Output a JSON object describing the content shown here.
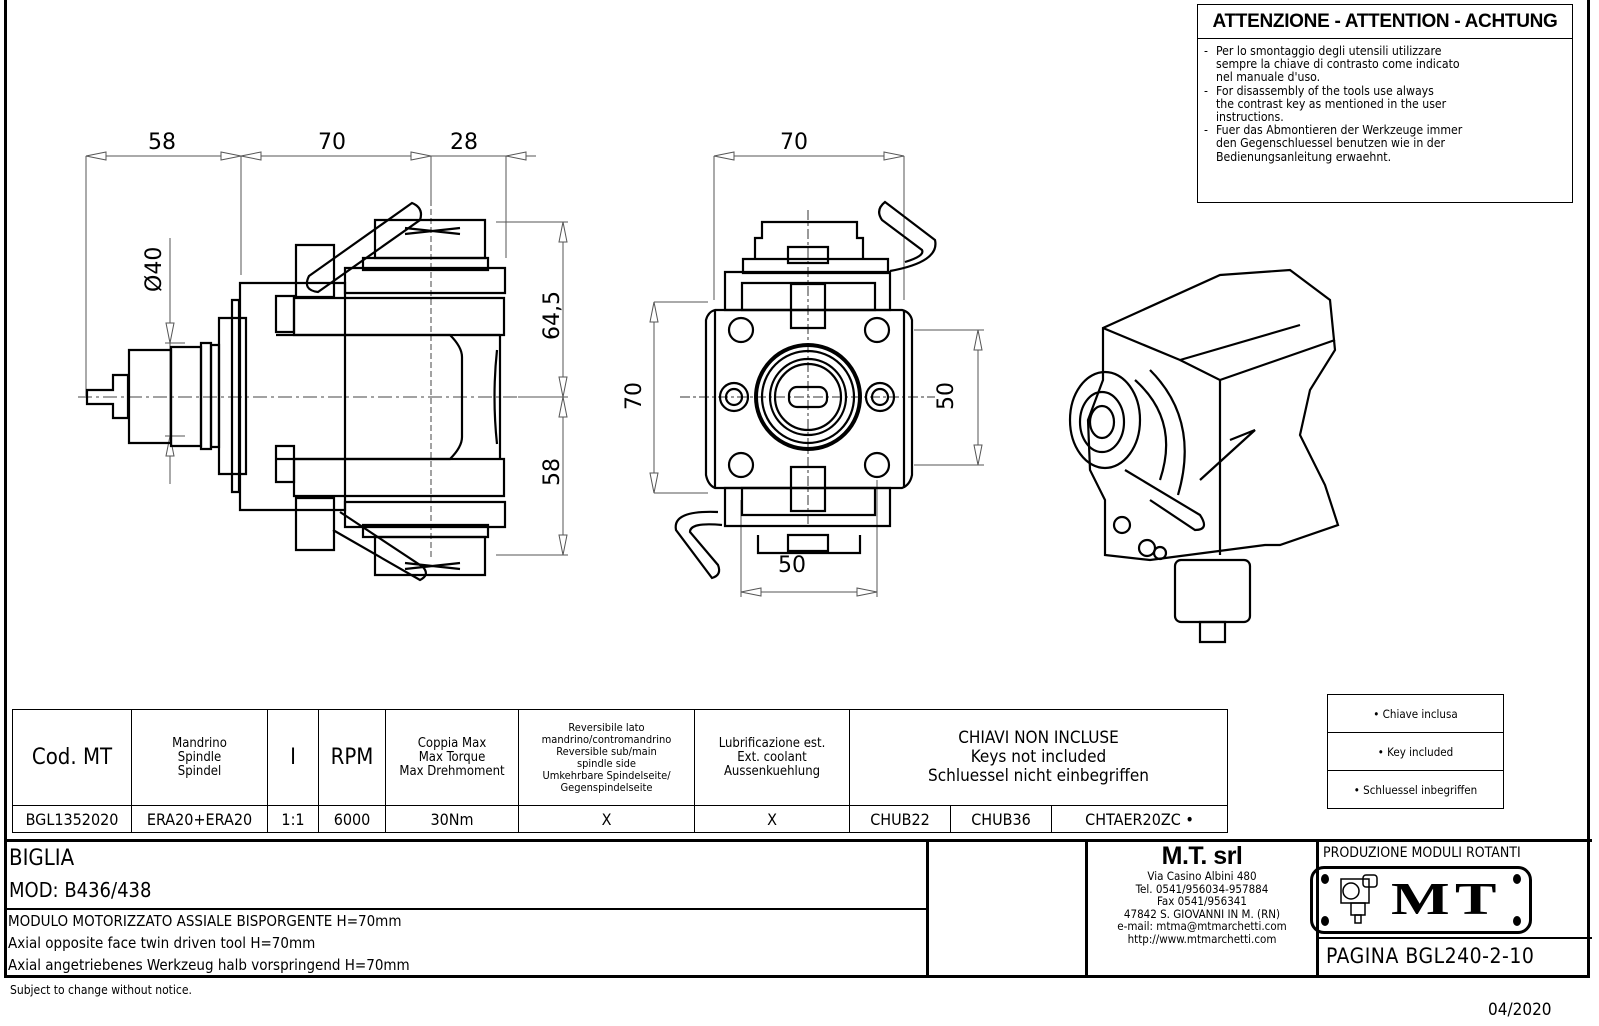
{
  "warning": {
    "title": "ATTENZIONE - ATTENTION - ACHTUNG",
    "items": [
      "Per lo smontaggio degli utensili utilizzare sempre la chiave di contrasto come indicato nel manuale d'uso.",
      "For disassembly of the tools use always the contrast key as mentioned in the user instructions.",
      "Fuer das Abmontieren der Werkzeuge immer den Gegenschluessel benutzen wie in der Bedienungsanleitung erwaehnt."
    ],
    "lines": [
      [
        "- ",
        "Per lo smontaggio degli utensili utilizzare"
      ],
      [
        "",
        "sempre la chiave di contrasto come indicato"
      ],
      [
        "",
        "nel manuale d'uso."
      ],
      [
        "- ",
        "For disassembly of the tools use always"
      ],
      [
        "",
        "the contrast key as mentioned in the user"
      ],
      [
        "",
        "instructions."
      ],
      [
        "- ",
        "Fuer das Abmontieren der Werkzeuge immer"
      ],
      [
        "",
        "den Gegenschluessel benutzen wie in der"
      ],
      [
        "",
        "Bedienungsanleitung erwaehnt."
      ]
    ]
  },
  "side_view": {
    "dims": {
      "d58_top": "58",
      "d70_top": "70",
      "d28_top": "28",
      "dia40": "Ø40",
      "d64_5": "64,5",
      "d58_right": "58"
    }
  },
  "front_view": {
    "dims": {
      "d70_top": "70",
      "d70_left": "70",
      "d50_right": "50",
      "d50_bottom": "50"
    }
  },
  "spec_table": {
    "headers": {
      "code": "Cod. MT",
      "spindle": [
        "Mandrino",
        "Spindle",
        "Spindel"
      ],
      "ratio": "I",
      "rpm": "RPM",
      "torque": [
        "Coppia Max",
        "Max Torque",
        "Max Drehmoment"
      ],
      "reversible": [
        "Reversibile lato",
        "mandrino/contromandrino",
        "Reversible sub/main",
        "spindle side",
        "Umkehrbare Spindelseite/",
        "Gegenspindelseite"
      ],
      "coolant": [
        "Lubrificazione est.",
        "Ext. coolant",
        "Aussenkuehlung"
      ],
      "keys": [
        "CHIAVI NON INCLUSE",
        "Keys not included",
        "Schluessel nicht einbegriffen"
      ]
    },
    "row": {
      "code": "BGL1352020",
      "spindle": "ERA20+ERA20",
      "ratio": "1:1",
      "rpm": "6000",
      "torque": "30Nm",
      "reversible": "X",
      "coolant": "X",
      "key1": "CHUB22",
      "key2": "CHUB36",
      "key3": "CHTAER20ZC •"
    }
  },
  "key_legend": {
    "items": [
      "• Chiave inclusa",
      "• Key included",
      "• Schluessel inbegriffen"
    ]
  },
  "title_block": {
    "machine": "BIGLIA",
    "model": "MOD: B436/438",
    "desc_it": "MODULO MOTORIZZATO ASSIALE BISPORGENTE H=70mm",
    "desc_en": "Axial opposite face twin driven tool H=70mm",
    "desc_de": "Axial angetriebenes Werkzeug halb vorspringend H=70mm",
    "company": {
      "name": "M.T. srl",
      "address": "Via Casino Albini 480",
      "tel": "Tel. 0541/956034-957884",
      "fax": "Fax 0541/956341",
      "city": "47842 S. GIOVANNI IN M. (RN)",
      "email": "e-mail: mtma@mtmarchetti.com",
      "web": "http://www.mtmarchetti.com"
    },
    "production": "PRODUZIONE MODULI ROTANTI",
    "logo_text": "MT",
    "page": "PAGINA BGL240-2-10"
  },
  "footer": {
    "notice": "Subject to change without notice.",
    "date": "04/2020"
  }
}
